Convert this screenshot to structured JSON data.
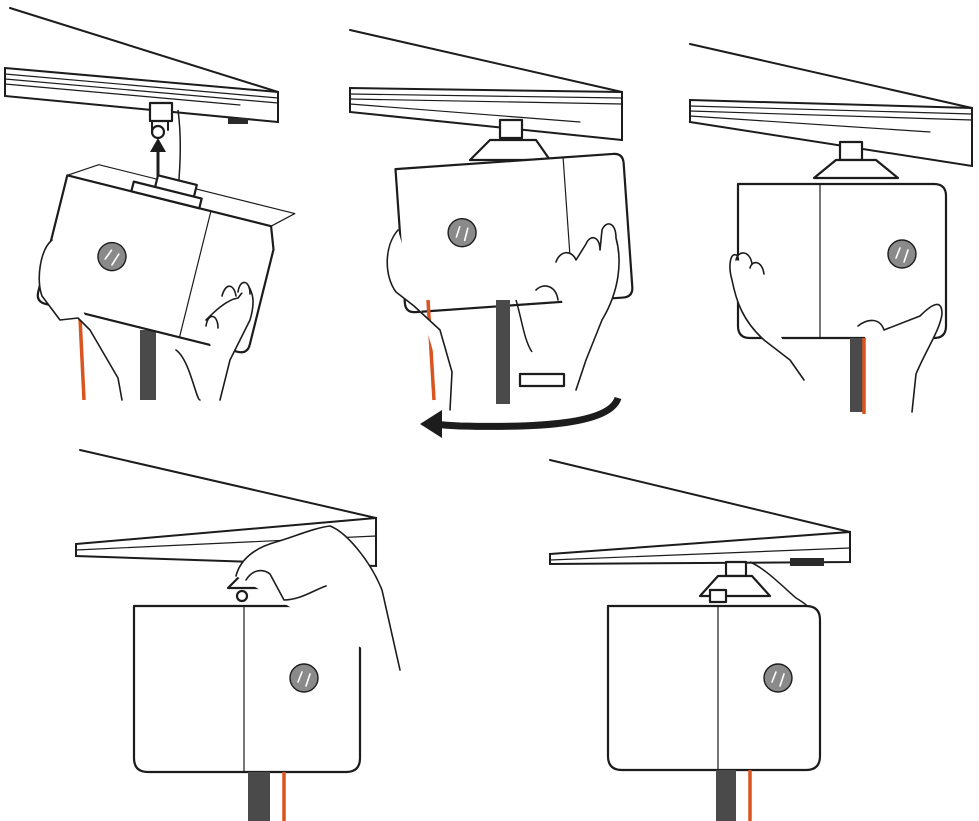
{
  "figure": {
    "steps": [
      {
        "id": 1,
        "action": "lift-onto-mount",
        "icon": "up-arrow-icon"
      },
      {
        "id": 2,
        "action": "rotate-onto-mount",
        "icon": "rotate-arrow-icon"
      },
      {
        "id": 3,
        "action": "seated-on-mount",
        "icon": ""
      },
      {
        "id": 4,
        "action": "tighten-locking-screw",
        "icon": ""
      },
      {
        "id": 5,
        "action": "connect-cable",
        "icon": ""
      }
    ],
    "colors": {
      "line": "#1c1c1c",
      "cable_accent": "#d9541e",
      "pole": "#4a4a4a",
      "logo": "#8a8a8a",
      "background": "#ffffff"
    }
  }
}
